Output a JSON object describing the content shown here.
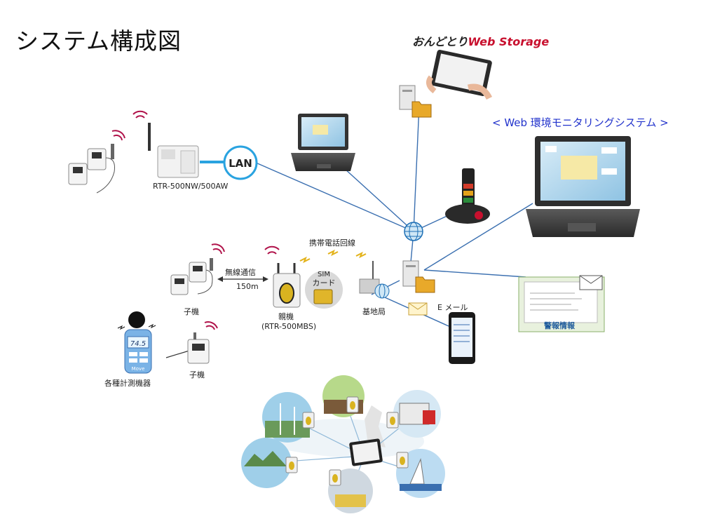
{
  "title": "システム構成図",
  "web_storage_logo": {
    "part1": "おんどとり",
    "part2": "Web Storage"
  },
  "web_monitor_label": "< Web 環境モニタリングシステム >",
  "lan_label": "LAN",
  "base_unit_lan_label": "RTR-500NW/500AW",
  "wireless_label": "無線通信",
  "distance_label": "150m",
  "child_label_1": "子機",
  "child_label_2": "子機",
  "parent_label": "親機",
  "parent_model_label": "(RTR-500MBS)",
  "sim_card_label": {
    "line1": "SIM",
    "line2": "カード"
  },
  "mobile_line_label": "携帯電話回線",
  "base_station_label": "基地局",
  "email_label": "E メール",
  "alert_label": "警報情報",
  "meters_label": "各種計測機器",
  "meter_reading": "74.5",
  "meter_brand": "Move",
  "colors": {
    "link_line": "#3a6fb0",
    "signal": "#b0124a",
    "logo_red": "#c8102e",
    "accent_blue": "#2233cc"
  }
}
